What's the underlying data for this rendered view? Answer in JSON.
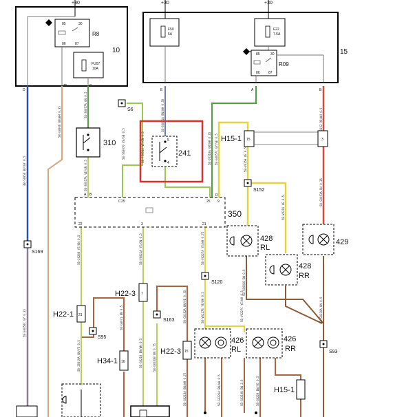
{
  "diagram": {
    "fuse_box_left": {
      "id_label": "10",
      "supply": "+30",
      "relay": {
        "label": "R8",
        "pins": [
          "85",
          "30",
          "86",
          "87"
        ]
      },
      "fuse": {
        "label": "FU07",
        "rating": "10A"
      },
      "out_pins": [
        "D",
        "15",
        "G"
      ]
    },
    "fuse_box_right": {
      "id_label": "15",
      "supplies": [
        "+30",
        "+30"
      ],
      "fuse_a": {
        "label": "F50",
        "rating": "5A"
      },
      "fuse_b": {
        "label": "F22",
        "rating": "7.5A"
      },
      "relay": {
        "label": "R09",
        "pins": [
          "85",
          "30",
          "86",
          "87"
        ]
      },
      "out_pins": [
        "E",
        "A",
        "B"
      ]
    },
    "components": {
      "c310": "310",
      "c241": "241",
      "c350": "350",
      "h15_1_top": "H15-1",
      "h15_1_bottom": "H15-1",
      "h22_1": "H22-1",
      "h22_3_a": "H22-3",
      "h22_3_b": "H22-3",
      "h34_1": "H34-1",
      "lamp_428_rl": {
        "num": "428",
        "side": "RL"
      },
      "lamp_428_rr": {
        "num": "428",
        "side": "RR"
      },
      "lamp_426_rl": {
        "num": "426",
        "side": "RL"
      },
      "lamp_426_rr": {
        "num": "426",
        "side": "RR"
      },
      "lamp_429": "429"
    },
    "splices": [
      "S6",
      "S152",
      "S169",
      "S163",
      "S120",
      "S95",
      "S93"
    ],
    "connector_pins": {
      "c350_top": [
        "B",
        "C",
        "25",
        "D",
        "9"
      ],
      "c350_bottom": [
        "22",
        "3",
        "21"
      ],
      "h15_1_pins": [
        "15",
        "3"
      ],
      "h22_1_pin": "21",
      "h22_3_pins": [
        "7",
        "15"
      ],
      "h34_1_pin": "16",
      "c310_pins": [
        "A",
        "B"
      ],
      "c241_pins": [
        "5",
        "4"
      ]
    },
    "wire_codes": [
      "4B-S0058 BU/GY 0.5",
      "5B-G0066 BN/WH 0.35",
      "5B-S0077A GN 0.5",
      "5B-SS0070 VE/GN 0.5",
      "5B-S0051A BN/WH 0.35",
      "5B-F5001A VE/GN 0.5",
      "5B-S0152 RD/WH 0.5",
      "5B-S0057A VE/GN 0.5",
      "5B-20318A GN/WH 0.35",
      "5B-V0159 VE 0.5",
      "5B-V0216 VE 0.5",
      "5B-S0057C GY/VE 0.5",
      "5B-G0081B BN 0.5",
      "5B-S0053A BU 0.35",
      "5B-S0058C GY 0.35",
      "5B-20208 YE/GN 0.5",
      "5B-V0021A YE/GN 0.5",
      "5B-V0227A YE/WH 0.75",
      "5B-20319A GN/YE 0.5",
      "5B-G0071 BN 0.5",
      "5B-V0227B YE/WH 0.5",
      "5B-V0227C YE/WH 0.5",
      "5B-G0218 BN/WH 0.5",
      "5B-G0183B BN 0.75",
      "5B-G0182A BN/VE 0.35",
      "5B-G0218A BN/WH 0.75",
      "5B-G0226A BN/WH 0.5",
      "5B-G0219B BN 2.5",
      "5B-G0229 BN/YE 0.5",
      "5B-G0230A BN 0.5"
    ]
  }
}
